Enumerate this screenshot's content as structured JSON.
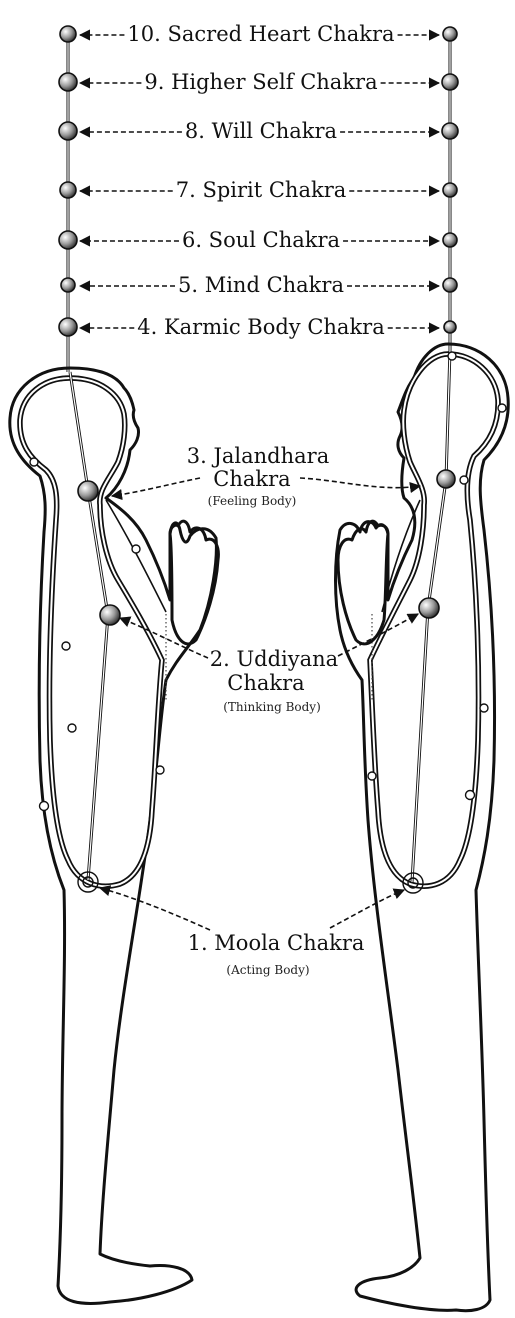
{
  "upper_chakras": [
    {
      "label": "10. Sacred Heart Chakra"
    },
    {
      "label": "9. Higher Self Chakra"
    },
    {
      "label": "8. Will Chakra"
    },
    {
      "label": "7. Spirit Chakra"
    },
    {
      "label": "6. Soul Chakra"
    },
    {
      "label": "5. Mind Chakra"
    },
    {
      "label": "4. Karmic Body Chakra"
    }
  ],
  "body_chakras": {
    "jalandhara": {
      "line1": "3. Jalandhara",
      "line2": "Chakra",
      "sub": "(Feeling Body)"
    },
    "uddiyana": {
      "line1": "2. Uddiyana",
      "line2": "Chakra",
      "sub": "(Thinking Body)"
    },
    "moola": {
      "line1": "1. Moola Chakra",
      "sub": "(Acting Body)"
    }
  },
  "colors": {
    "ink": "#111111",
    "background": "#ffffff"
  }
}
